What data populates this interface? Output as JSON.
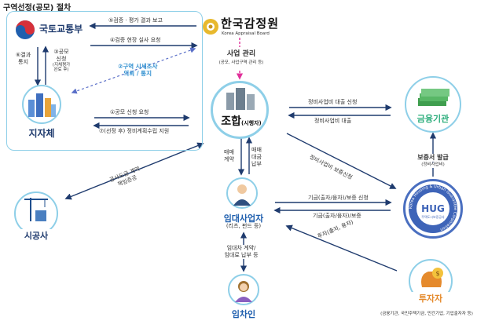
{
  "title": "구역선정(공모) 절차",
  "nodes": {
    "ministry": "국토교통부",
    "local_gov": "지자체",
    "appraisal": {
      "name": "한국감정원",
      "sub": "Korea Appraisal Board"
    },
    "union": {
      "name": "조합",
      "sub": "(시행자)"
    },
    "finance": "금융기관",
    "builder": "시공사",
    "hug": {
      "name": "HUG",
      "ring": "Korea Housing & Urban Guarantee Corporation",
      "kor": "주택도시보증공사"
    },
    "rental": {
      "name": "임대사업자",
      "sub": "(리츠, 펀드 등)"
    },
    "tenant": "임차인",
    "investor": {
      "name": "투자자",
      "sub": "(금융기관, 국민주택기금, 민간기업, 기업출자자 등)"
    }
  },
  "labels": {
    "l5": "⑤검증 · 평가 결과 보고",
    "l4": "④검증 현장 실사 요청",
    "l6": [
      "⑥결과",
      "통지"
    ],
    "l3": [
      "③공모",
      "신청",
      "(지체평가",
      "완료 후)"
    ],
    "l2": [
      "②구역 시세조사",
      "의뢰 / 통지"
    ],
    "l1": "①공모 신청 요청",
    "l7": "⑦(선정 후) 정비계획수립 지원",
    "mgmt": "사업 관리",
    "mgmt_sub": "(공모, 사업구역 관리 등)",
    "loan_req": "정비사업비 대출 신청",
    "loan": "정비사업비 대출",
    "guarantee_req": "정비사업비 보증신청",
    "guarantee_issue": "보증서 발급",
    "guarantee_issue_sub": "(정비사업비)",
    "contract": [
      "공사도급 계약",
      "책임준공"
    ],
    "sale": [
      "매매",
      "계약"
    ],
    "pay": [
      "매매",
      "대금",
      "납부"
    ],
    "fund_req": "기금(출자/융자)/보증 신청",
    "fund": "기금(출자/융자)/보증",
    "invest": "투자(출자, 융자)",
    "lease": [
      "임대차 계약/",
      "임대료 납부 등"
    ]
  },
  "colors": {
    "navy": "#1f3b6e",
    "blue": "#2f8fd0",
    "green": "#2eae7d",
    "ring": "#8ecfe8",
    "orange": "#e58a2c"
  }
}
